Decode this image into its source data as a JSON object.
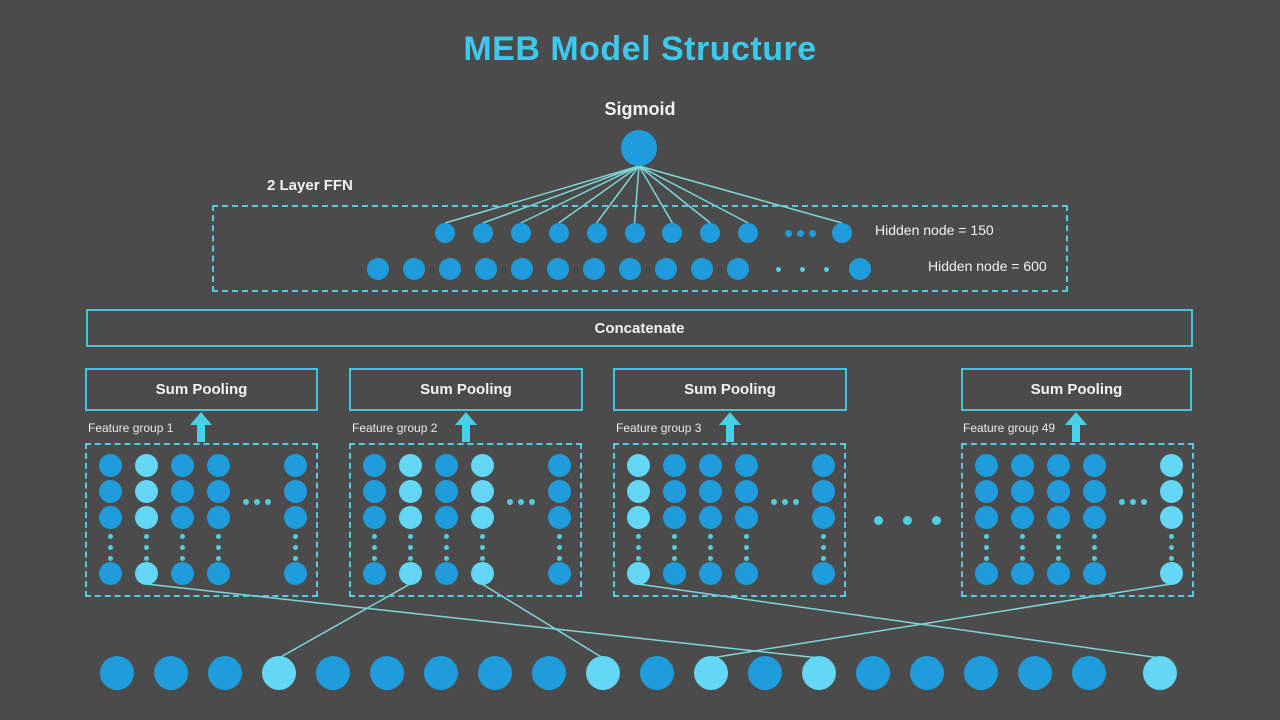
{
  "title": "MEB Model Structure",
  "colors": {
    "background": "#4b4b4b",
    "accent": "#3bc9ed",
    "text": "#f2f2f2",
    "node": "#1e9cdb",
    "node_highlight": "#63d7f4",
    "dot": "#4fd0e0",
    "border_dashed": "#55cbdf",
    "border_solid": "#3fc6dc",
    "arrow": "#49cfe9",
    "line": "#7fd6da"
  },
  "sigmoid": {
    "label": "Sigmoid",
    "node_count": 1
  },
  "ffn": {
    "label": "2 Layer FFN",
    "rows": [
      {
        "label": "Hidden node = 150",
        "nodes_before_ellipsis": 9,
        "ellipsis_dots": 3,
        "nodes_after_ellipsis": 1
      },
      {
        "label": "Hidden node = 600",
        "nodes_before_ellipsis": 11,
        "ellipsis_dots": 3,
        "nodes_after_ellipsis": 1
      }
    ]
  },
  "concatenate": {
    "label": "Concatenate"
  },
  "groups": [
    {
      "pool_label": "Sum Pooling",
      "label": "Feature group 1",
      "columns": 5,
      "rows_per_column": 4,
      "highlighted_columns": [
        2
      ]
    },
    {
      "pool_label": "Sum Pooling",
      "label": "Feature group 2",
      "columns": 5,
      "rows_per_column": 4,
      "highlighted_columns": [
        2,
        4
      ]
    },
    {
      "pool_label": "Sum Pooling",
      "label": "Feature group 3",
      "columns": 5,
      "rows_per_column": 4,
      "highlighted_columns": [
        1
      ]
    },
    {
      "pool_label": "Sum Pooling",
      "label": "Feature group 49",
      "columns": 5,
      "rows_per_column": 4,
      "highlighted_columns": [
        5
      ]
    }
  ],
  "groups_ellipsis_dots": 3,
  "input_layer": {
    "count": 20,
    "highlighted": [
      4,
      10,
      12,
      14,
      20
    ]
  },
  "connections": [
    {
      "group": 1,
      "column": 2,
      "input": 14
    },
    {
      "group": 2,
      "column": 2,
      "input": 4
    },
    {
      "group": 2,
      "column": 4,
      "input": 10
    },
    {
      "group": 3,
      "column": 1,
      "input": 20
    },
    {
      "group": 4,
      "column": 5,
      "input": 12
    }
  ]
}
